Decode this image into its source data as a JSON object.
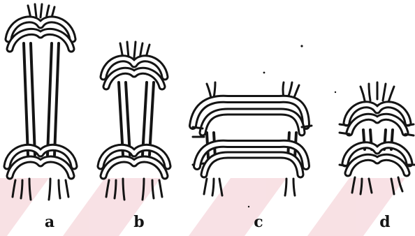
{
  "panels": [
    {
      "label": "a"
    },
    {
      "label": "b"
    },
    {
      "label": "c"
    },
    {
      "label": "d"
    }
  ],
  "colors": {
    "ink": "#141414",
    "paper": "#ffffff",
    "watermark": "#f3c9cf"
  }
}
